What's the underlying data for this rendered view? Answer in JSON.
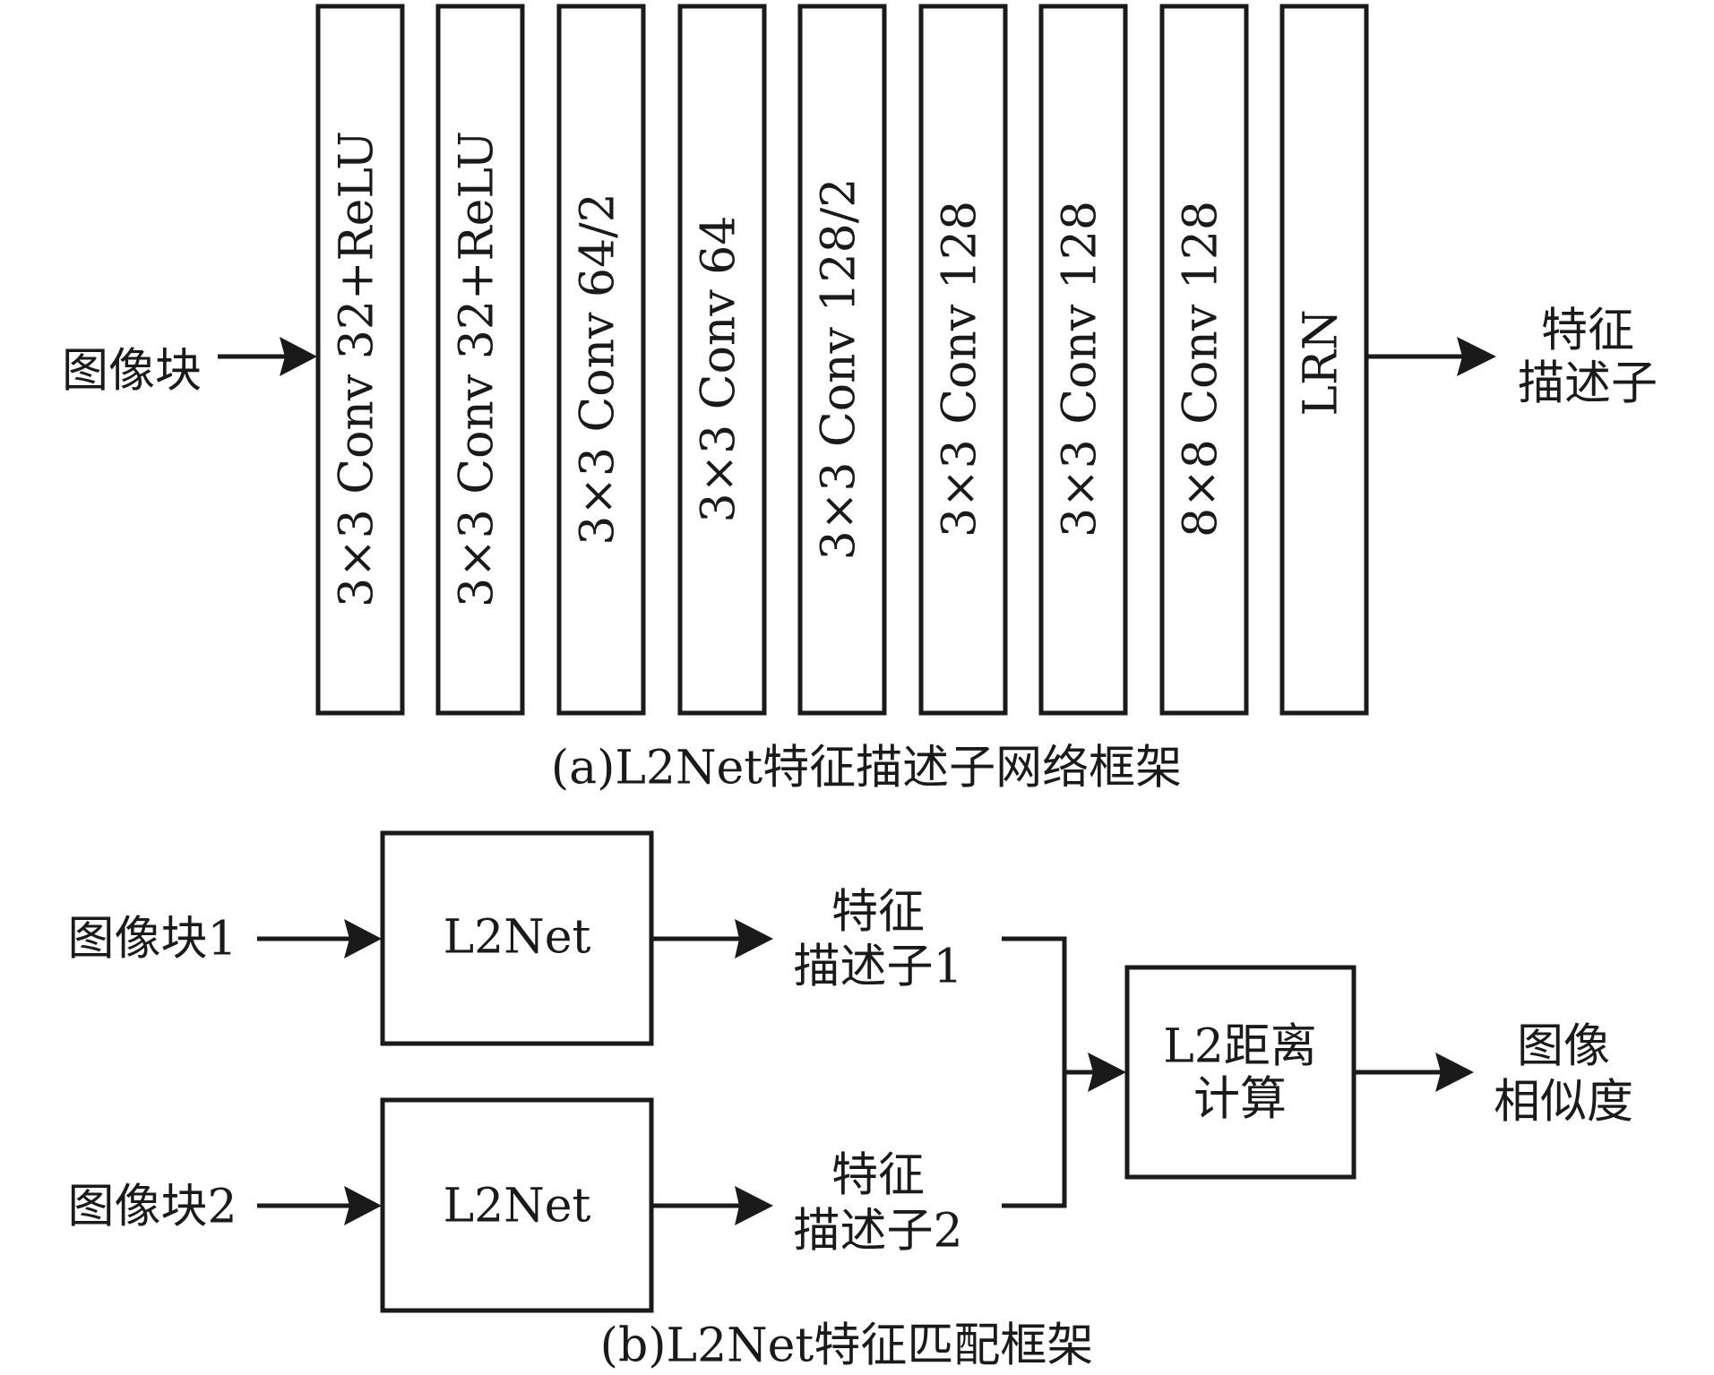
{
  "figure_a": {
    "input_label": "图像块",
    "layers": [
      {
        "label": "3×3 Conv 32+ReLU"
      },
      {
        "label": "3×3 Conv 32+ReLU"
      },
      {
        "label": "3×3 Conv 64/2"
      },
      {
        "label": "3×3 Conv 64"
      },
      {
        "label": "3×3 Conv 128/2"
      },
      {
        "label": "3×3 Conv 128"
      },
      {
        "label": "3×3 Conv 128"
      },
      {
        "label": "8×8 Conv 128"
      },
      {
        "label": "LRN"
      }
    ],
    "output_label_line1": "特征",
    "output_label_line2": "描述子",
    "caption": "(a)L2Net特征描述子网络框架"
  },
  "figure_b": {
    "input1_label": "图像块1",
    "input2_label": "图像块2",
    "net1_label": "L2Net",
    "net2_label": "L2Net",
    "desc1_line1": "特征",
    "desc1_line2": "描述子1",
    "desc2_line1": "特征",
    "desc2_line2": "描述子2",
    "distance_line1": "L2距离",
    "distance_line2": "计算",
    "output_line1": "图像",
    "output_line2": "相似度",
    "caption": "(b)L2Net特征匹配框架"
  },
  "colors": {
    "ink": "#1a1a1a",
    "background": "#ffffff"
  }
}
